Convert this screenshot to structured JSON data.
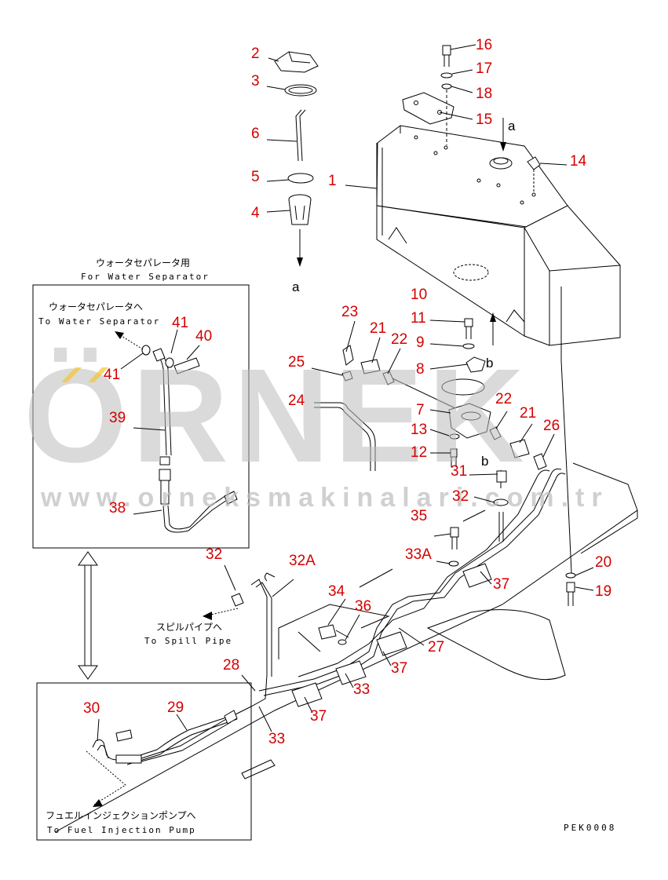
{
  "watermark": {
    "brand": "ÖRNEK",
    "url": "www.orneksmakinalari.com.tr"
  },
  "drawing_code": "PEK0008",
  "captions": {
    "water_separator_jp": "ウォータセパレータ用",
    "water_separator_en": "For Water Separator",
    "to_water_separator_jp": "ウォータセパレータへ",
    "to_water_separator_en": "To Water Separator",
    "spill_pipe_jp": "スピルパイプへ",
    "spill_pipe_en": "To Spill Pipe",
    "fuel_pump_jp": "フュエルインジェクションポンプへ",
    "fuel_pump_en": "To Fuel Injection Pump"
  },
  "view_markers": {
    "a": "a",
    "b": "b"
  },
  "callouts": {
    "c1": "1",
    "c2": "2",
    "c3": "3",
    "c4": "4",
    "c5": "5",
    "c6": "6",
    "c7": "7",
    "c8": "8",
    "c9": "9",
    "c10": "10",
    "c11": "11",
    "c12": "12",
    "c13": "13",
    "c14": "14",
    "c15": "15",
    "c16": "16",
    "c17": "17",
    "c18": "18",
    "c19": "19",
    "c20": "20",
    "c21a": "21",
    "c21b": "21",
    "c22a": "22",
    "c22b": "22",
    "c23": "23",
    "c24": "24",
    "c25": "25",
    "c26": "26",
    "c27": "27",
    "c28": "28",
    "c29": "29",
    "c30": "30",
    "c31": "31",
    "c32a": "32",
    "c32b": "32",
    "c32A": "32A",
    "c33a": "33",
    "c33b": "33",
    "c33A": "33A",
    "c34": "34",
    "c35": "35",
    "c36": "36",
    "c37a": "37",
    "c37b": "37",
    "c37c": "37",
    "c38": "38",
    "c39": "39",
    "c40": "40",
    "c41a": "41",
    "c41b": "41"
  },
  "colors": {
    "callout": "#d40000",
    "line": "#000000",
    "watermark": "#bdbdbd"
  }
}
